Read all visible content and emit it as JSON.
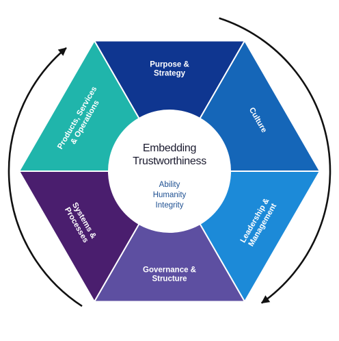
{
  "center": {
    "title_lines": [
      "Embedding",
      "Trustworthiness"
    ],
    "values": [
      "Ability",
      "Humanity",
      "Integrity"
    ]
  },
  "segments": [
    {
      "key": "purpose",
      "lines": [
        "Purpose &",
        "Strategy"
      ],
      "color": "#0f3690"
    },
    {
      "key": "culture",
      "lines": [
        "Culture"
      ],
      "color": "#1566b8"
    },
    {
      "key": "leadership",
      "lines": [
        "Leadership &",
        "Management"
      ],
      "color": "#1c8ad8"
    },
    {
      "key": "governance",
      "lines": [
        "Governance &",
        "Structure"
      ],
      "color": "#5d4fa1"
    },
    {
      "key": "systems",
      "lines": [
        "Systems &",
        "Processes"
      ],
      "color": "#4a1e6e"
    },
    {
      "key": "products",
      "lines": [
        "Products, Services",
        "& Operations"
      ],
      "color": "#20b5ab"
    }
  ],
  "colors": {
    "ring_arrow": "#111111",
    "center_fill": "#ffffff",
    "center_title": "#1a1a2e",
    "center_values": "#1d4f91",
    "divider": "#ffffff"
  },
  "icons": [
    "clockwise-arrow-top-icon",
    "clockwise-arrow-bottom-icon"
  ]
}
